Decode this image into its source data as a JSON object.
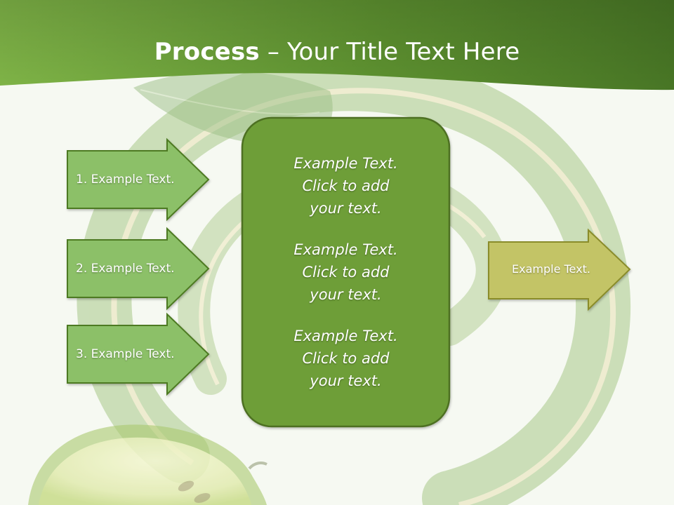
{
  "title": {
    "bold": "Process",
    "rest": " – Your Title Text Here"
  },
  "left_arrows": [
    {
      "label": "1. Example Text."
    },
    {
      "label": "2. Example Text."
    },
    {
      "label": "3. Example Text."
    }
  ],
  "center_box": {
    "paragraphs": [
      {
        "line1": "Example Text.",
        "line2": "Click  to add",
        "line3": "your text."
      },
      {
        "line1": "Example Text.",
        "line2": "Click  to add",
        "line3": "your text."
      },
      {
        "line1": "Example Text.",
        "line2": "Click  to add",
        "line3": "your text."
      }
    ]
  },
  "right_arrow": {
    "label": "Example Text."
  },
  "colors": {
    "header_green": "#5b8e2c",
    "arrow_fill": "#8cc068",
    "arrow_border": "#4e7a22",
    "box_fill": "#6e9e38",
    "box_border": "#4e7022",
    "right_arrow_fill": "#c3c466",
    "right_arrow_border": "#8a8c2c"
  }
}
